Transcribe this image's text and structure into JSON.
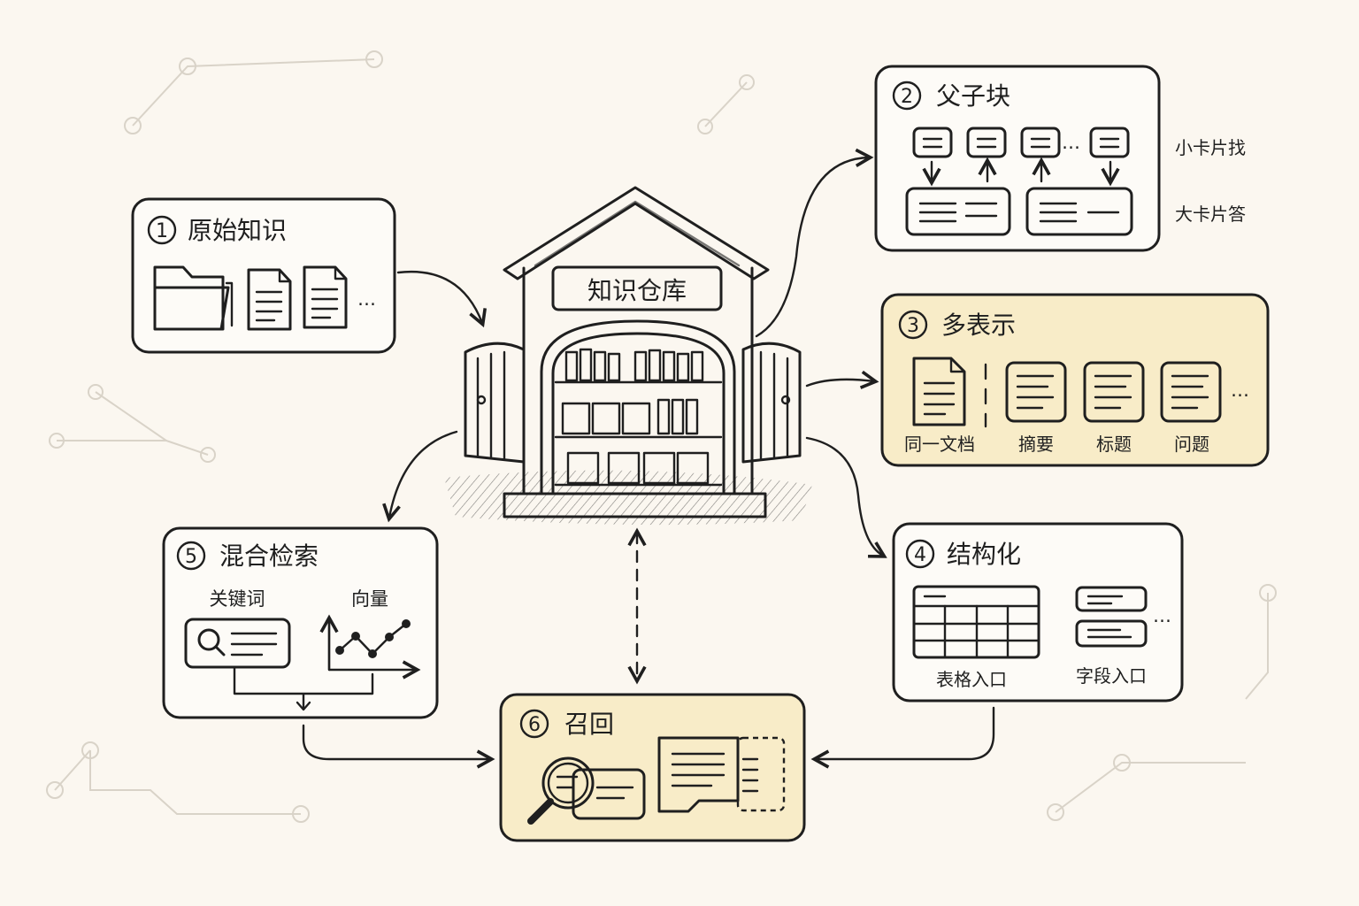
{
  "warehouse": {
    "sign": "知识仓库"
  },
  "boxes": {
    "raw": {
      "number": "1",
      "title": "原始知识",
      "more": "…"
    },
    "parent_child": {
      "number": "2",
      "title": "父子块",
      "side_small": "小卡片找",
      "side_large": "大卡片答",
      "more": "…"
    },
    "multi_rep": {
      "number": "3",
      "title": "多表示",
      "labels": [
        "同一文档",
        "摘要",
        "标题",
        "问题"
      ],
      "more": "…"
    },
    "structured": {
      "number": "4",
      "title": "结构化",
      "labels": [
        "表格入口",
        "字段入口"
      ],
      "more": "…"
    },
    "hybrid": {
      "number": "5",
      "title": "混合检索",
      "labels": [
        "关键词",
        "向量"
      ]
    },
    "recall": {
      "number": "6",
      "title": "召回"
    }
  },
  "colors": {
    "ink": "#1f1f1f",
    "paper": "#fbf7f0",
    "highlight": "#f8ecc8",
    "box_fill": "#fdfbf7",
    "decor": "#d9d3c8"
  }
}
